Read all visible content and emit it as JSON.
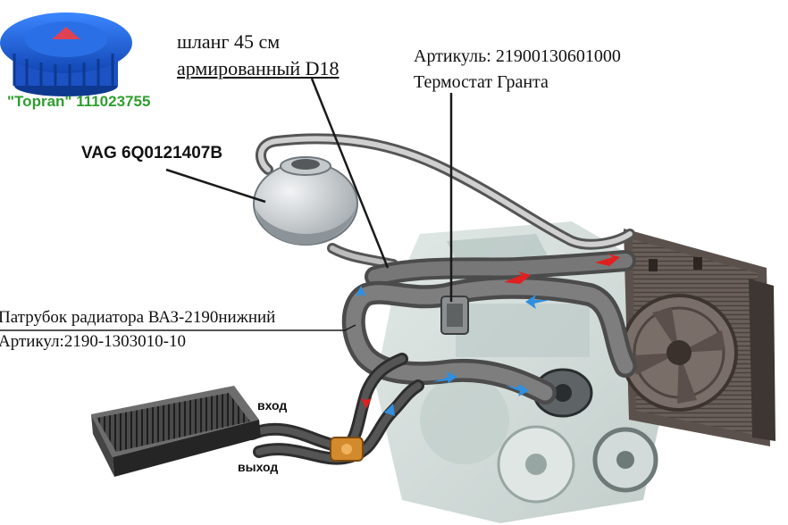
{
  "labels": {
    "hose_line1": "шланг 45 см",
    "hose_line2": "армированный D18",
    "thermostat_article": "Артикуль: 21900130601000",
    "thermostat_name": "Термостат Гранта",
    "expansion_tank": "VAG 6Q0121407B",
    "cap": "\"Topran\" 111023755",
    "radiator_pipe_name": "Патрубок радиатора ВАЗ-2190нижний",
    "radiator_pipe_article": "Артикул:2190-1303010-10",
    "heater_in": "вход",
    "heater_out": "выход"
  },
  "colors": {
    "cap_blue": "#1f5fd6",
    "cap_text_green": "#2e9e2e",
    "flow_hot": "#e02020",
    "flow_cold": "#2f8fe0",
    "hose": "#555555",
    "engine": "#c9d6d3",
    "heater_core": "#3a3a3a"
  }
}
